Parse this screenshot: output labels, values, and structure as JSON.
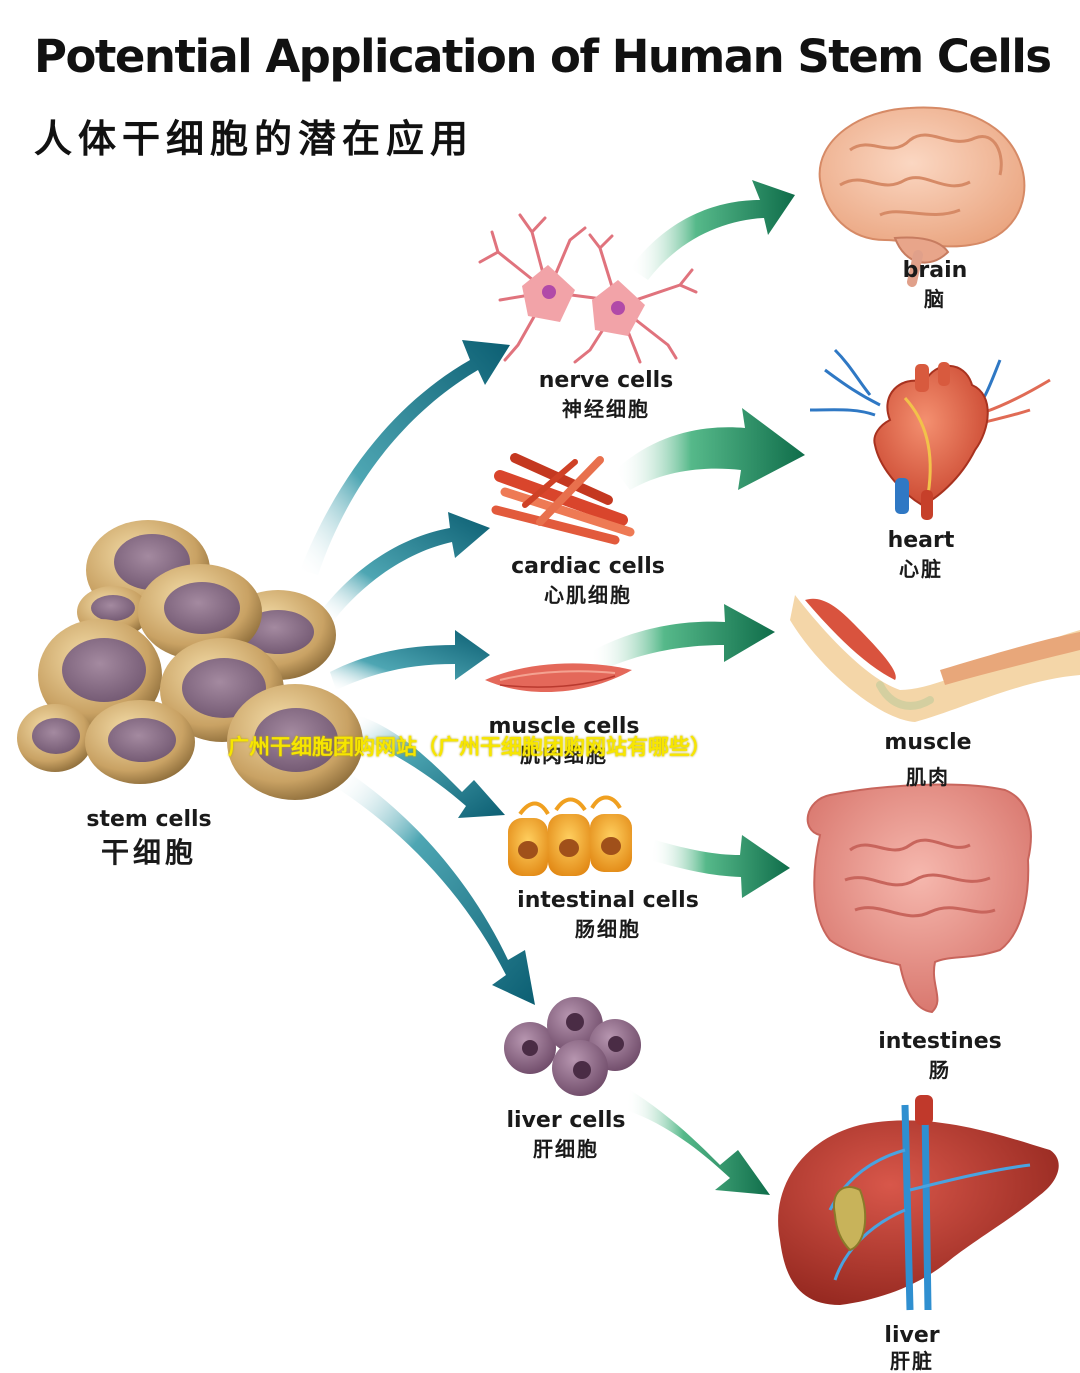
{
  "title": {
    "english": "Potential Application of Human Stem Cells",
    "chinese": "人体干细胞的潜在应用"
  },
  "source": {
    "english": "stem cells",
    "chinese": "干细胞"
  },
  "cell_types": [
    {
      "english": "nerve cells",
      "chinese": "神经细胞"
    },
    {
      "english": "cardiac cells",
      "chinese": "心肌细胞"
    },
    {
      "english": "muscle cells",
      "chinese": "肌肉细胞"
    },
    {
      "english": "intestinal cells",
      "chinese": "肠细胞"
    },
    {
      "english": "liver cells",
      "chinese": "肝细胞"
    }
  ],
  "organs": [
    {
      "english": "brain",
      "chinese": "脑"
    },
    {
      "english": "heart",
      "chinese": "心脏"
    },
    {
      "english": "muscle",
      "chinese": "肌肉"
    },
    {
      "english": "intestines",
      "chinese": "肠"
    },
    {
      "english": "liver",
      "chinese": "肝脏"
    }
  ],
  "watermark": "广州干细胞团购网站（广州干细胞团购网站有哪些）",
  "colors": {
    "arrow_teal": "#0e6b80",
    "arrow_green": "#178a5a",
    "watermark": "#f7e600"
  }
}
